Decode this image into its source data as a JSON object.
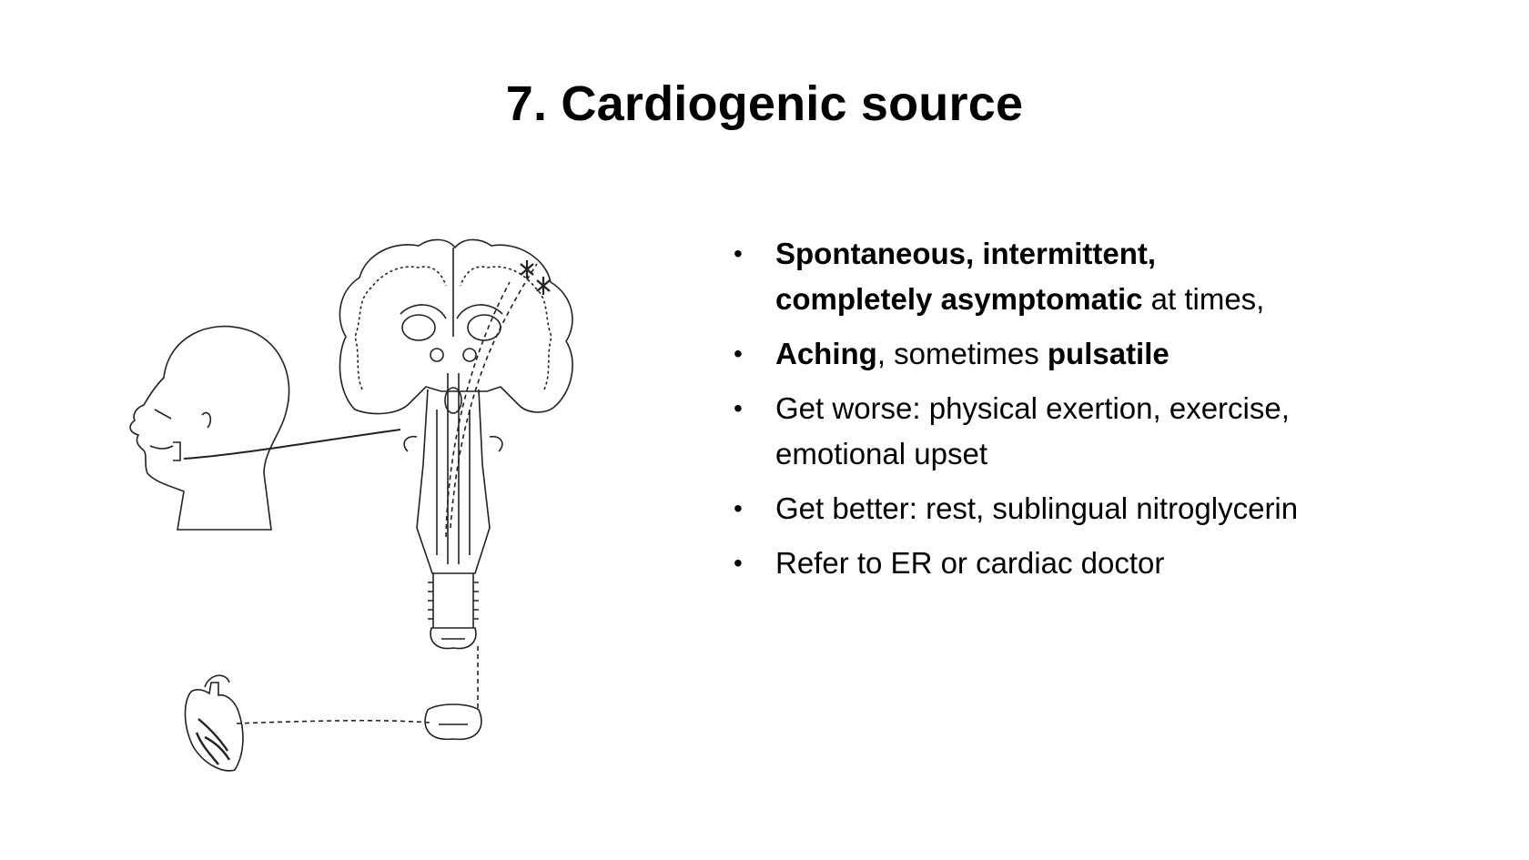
{
  "slide": {
    "title": "7. Cardiogenic source"
  },
  "illustration": {
    "icon": "cardiac-referred-pain-diagram"
  },
  "bullets": [
    {
      "parts": [
        {
          "text": "Spontaneous, intermittent, ",
          "bold": true
        },
        {
          "text": "completely asymptomatic",
          "bold": true
        },
        {
          "text": " at times,",
          "bold": false
        }
      ]
    },
    {
      "parts": [
        {
          "text": "Aching",
          "bold": true
        },
        {
          "text": ", sometimes ",
          "bold": false
        },
        {
          "text": "pulsatile",
          "bold": true
        }
      ]
    },
    {
      "parts": [
        {
          "text": "Get worse: physical exertion, exercise, emotional upset",
          "bold": false
        }
      ]
    },
    {
      "parts": [
        {
          "text": "Get better: rest, sublingual nitroglycerin",
          "bold": false
        }
      ]
    },
    {
      "parts": [
        {
          "text": "Refer to ER or cardiac doctor",
          "bold": false
        }
      ]
    }
  ],
  "colors": {
    "background": "#ffffff",
    "text": "#000000",
    "line": "#222222"
  }
}
